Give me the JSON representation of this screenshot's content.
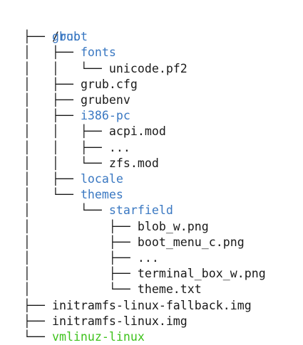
{
  "colors": {
    "text": "#1a1a1a",
    "directory": "#3a78c2",
    "executable": "#3ec21c",
    "background": "#ffffff"
  },
  "tree": {
    "root_slash": "/",
    "root_name": "boot",
    "rows": [
      {
        "prefix": "├── ",
        "name": "grub",
        "kind": "dir"
      },
      {
        "prefix": "│   ├── ",
        "name": "fonts",
        "kind": "dir"
      },
      {
        "prefix": "│   │   └── ",
        "name": "unicode.pf2",
        "kind": "file"
      },
      {
        "prefix": "│   ├── ",
        "name": "grub.cfg",
        "kind": "file"
      },
      {
        "prefix": "│   ├── ",
        "name": "grubenv",
        "kind": "file"
      },
      {
        "prefix": "│   ├── ",
        "name": "i386-pc",
        "kind": "dir"
      },
      {
        "prefix": "│   │   ├── ",
        "name": "acpi.mod",
        "kind": "file"
      },
      {
        "prefix": "│   │   ├── ",
        "name": "...",
        "kind": "file"
      },
      {
        "prefix": "│   │   └── ",
        "name": "zfs.mod",
        "kind": "file"
      },
      {
        "prefix": "│   ├── ",
        "name": "locale",
        "kind": "dir"
      },
      {
        "prefix": "│   └── ",
        "name": "themes",
        "kind": "dir"
      },
      {
        "prefix": "│       └── ",
        "name": "starfield",
        "kind": "dir"
      },
      {
        "prefix": "│           ├── ",
        "name": "blob_w.png",
        "kind": "file"
      },
      {
        "prefix": "│           ├── ",
        "name": "boot_menu_c.png",
        "kind": "file"
      },
      {
        "prefix": "│           ├── ",
        "name": "...",
        "kind": "file"
      },
      {
        "prefix": "│           ├── ",
        "name": "terminal_box_w.png",
        "kind": "file"
      },
      {
        "prefix": "│           └── ",
        "name": "theme.txt",
        "kind": "file"
      },
      {
        "prefix": "├── ",
        "name": "initramfs-linux-fallback.img",
        "kind": "file"
      },
      {
        "prefix": "├── ",
        "name": "initramfs-linux.img",
        "kind": "file"
      },
      {
        "prefix": "└── ",
        "name": "vmlinuz-linux",
        "kind": "exec"
      }
    ]
  }
}
